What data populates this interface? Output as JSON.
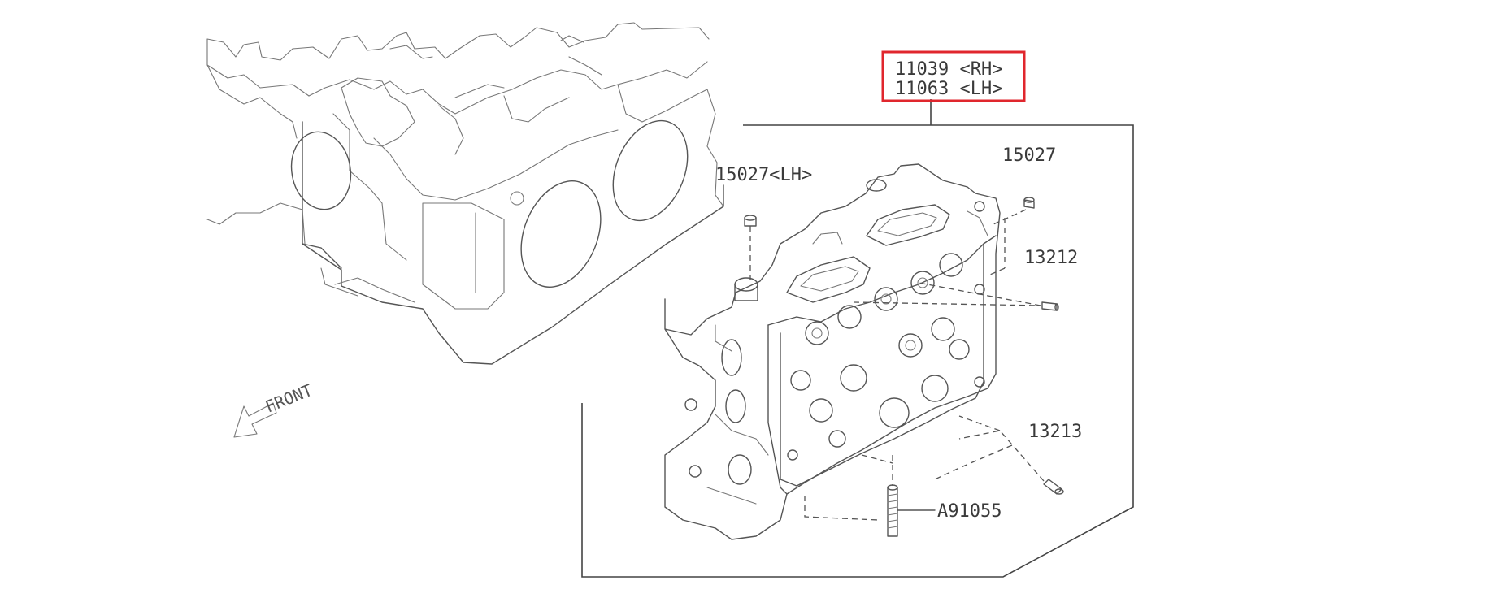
{
  "highlight": {
    "color": "#e0262d",
    "lines": [
      "11039 <RH>",
      "11063 <LH>"
    ]
  },
  "labels": {
    "p15027_lh": "15027<LH>",
    "p15027": "15027",
    "p13212": "13212",
    "p13213": "13213",
    "pA91055": "A91055",
    "front": "FRONT"
  },
  "icons": {
    "front_arrow": "arrow-left-icon"
  }
}
